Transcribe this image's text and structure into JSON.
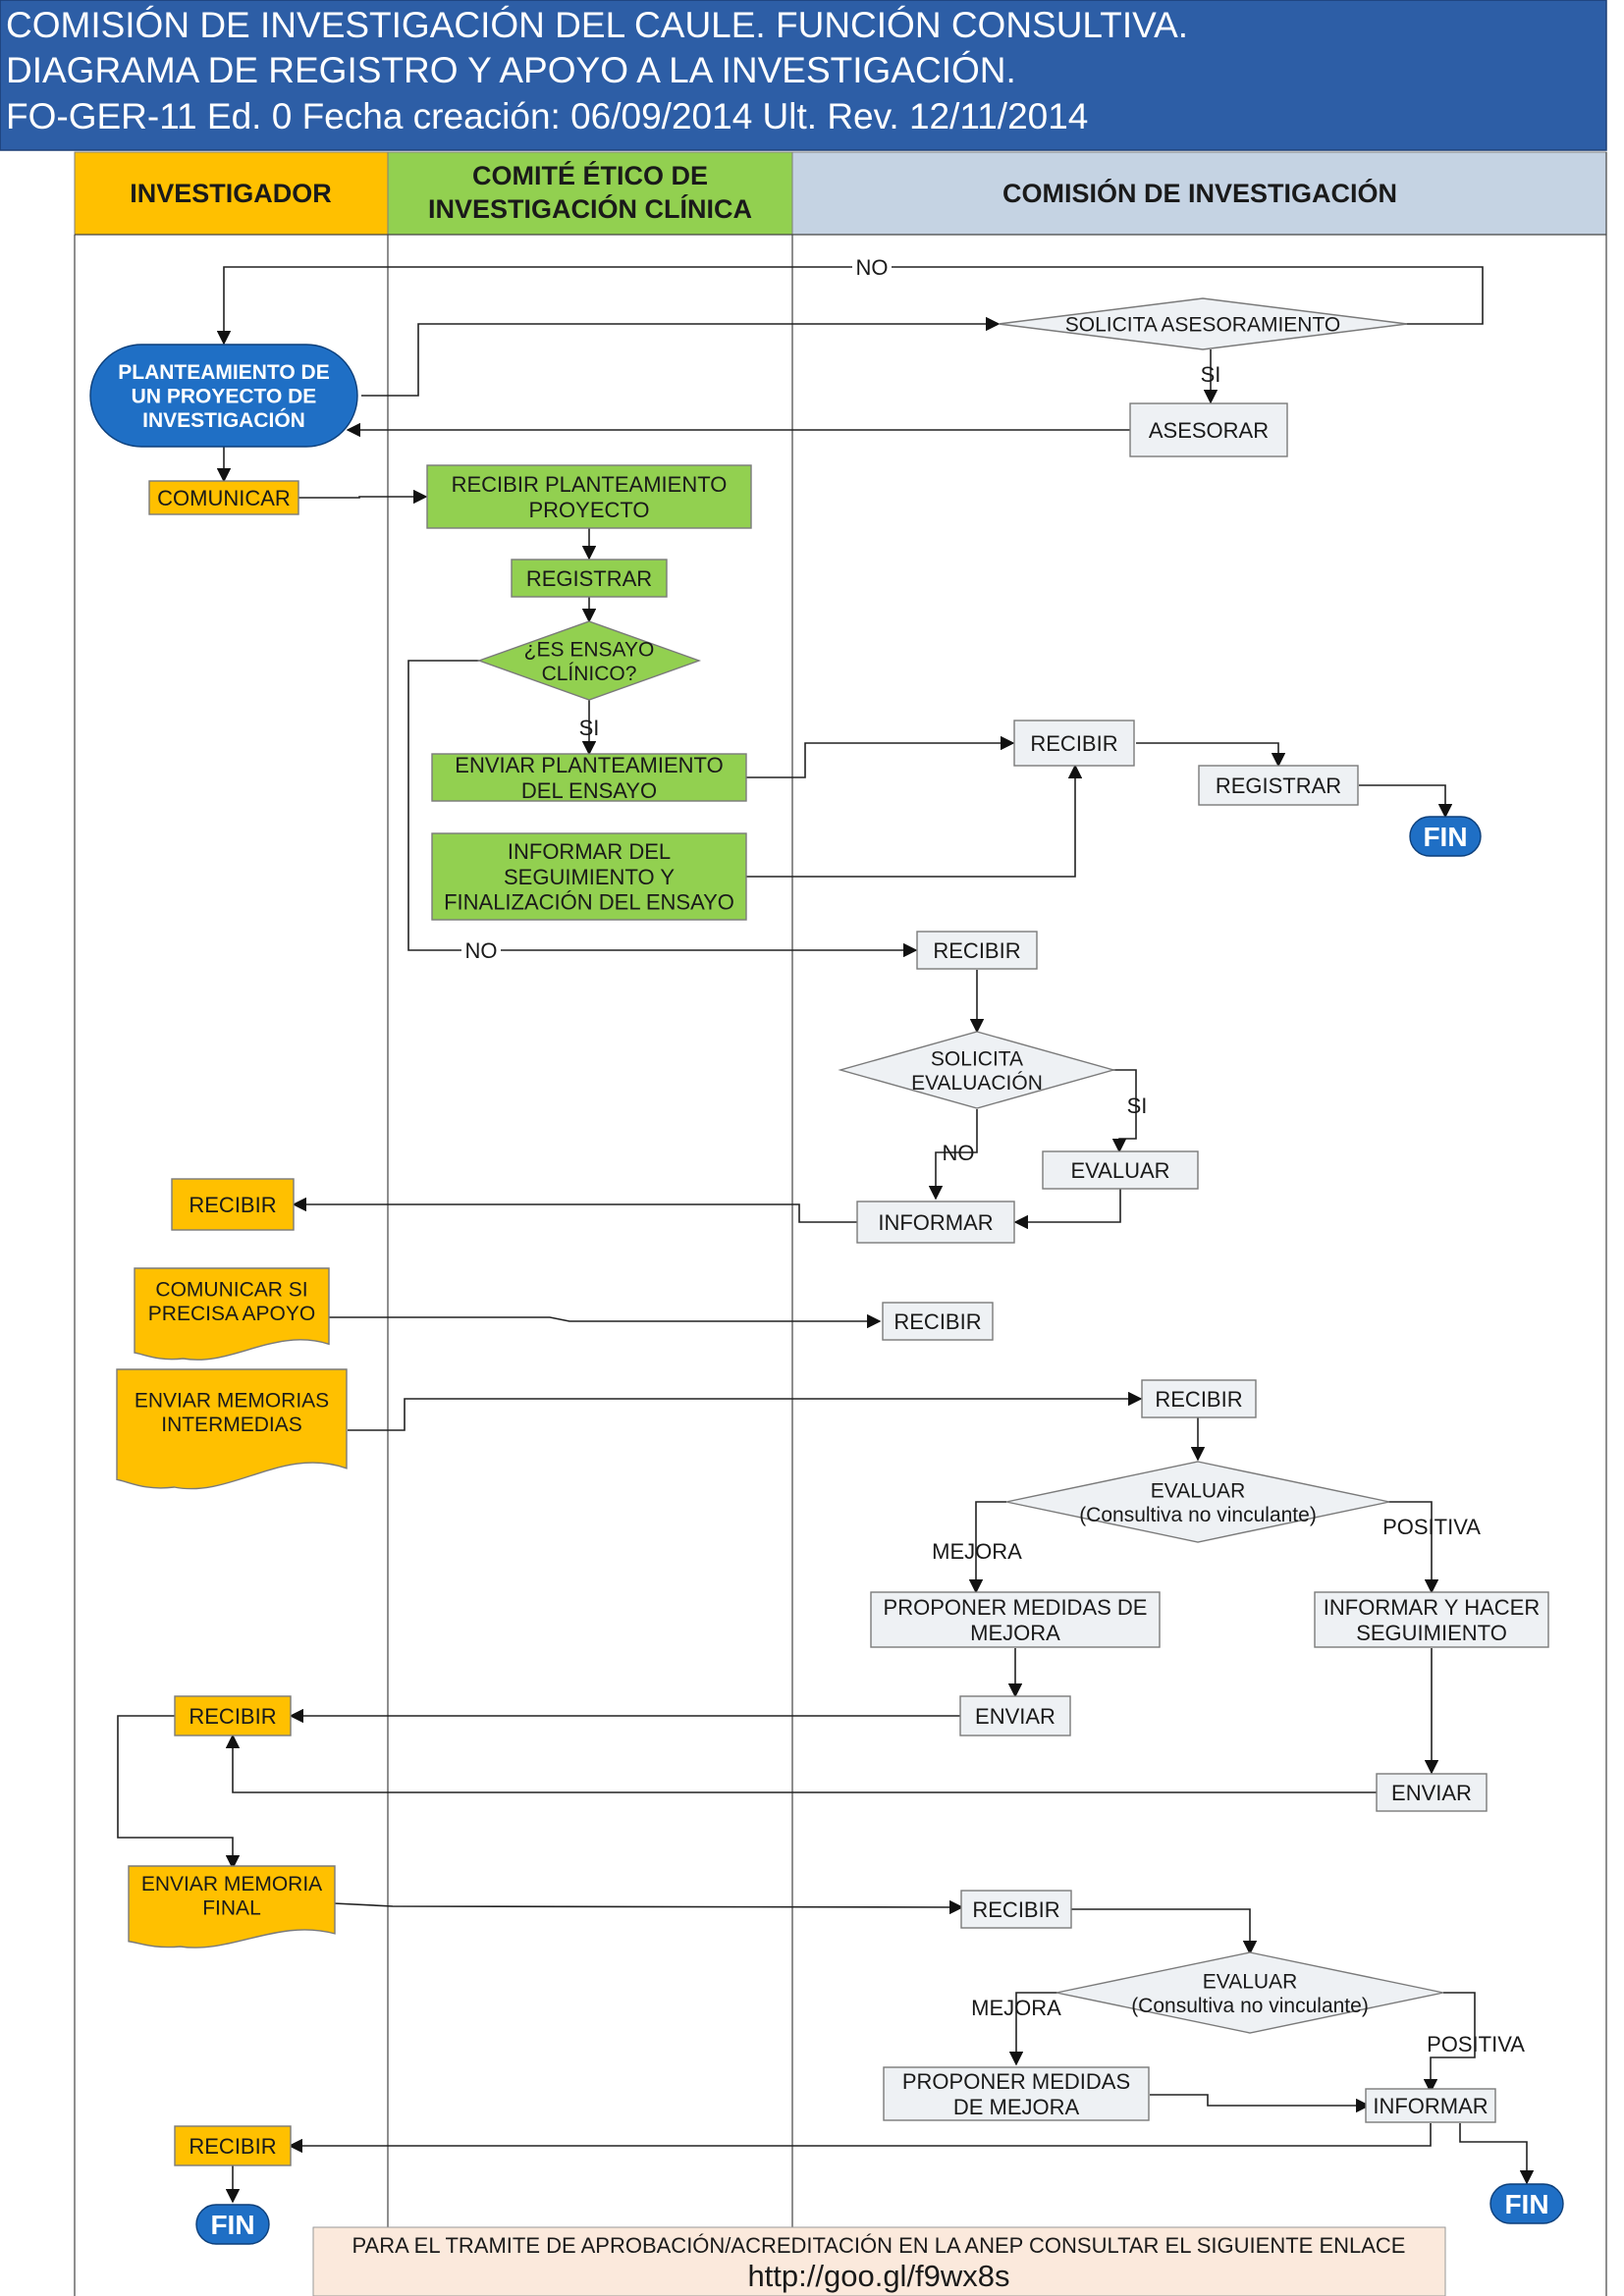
{
  "header": {
    "line1": "COMISIÓN DE INVESTIGACIÓN DEL CAULE. FUNCIÓN CONSULTIVA.",
    "line2": "DIAGRAMA DE REGISTRO Y APOYO A LA  INVESTIGACIÓN.",
    "line3": "FO-GER-11 Ed. 0 Fecha creación: 06/09/2014 Ult. Rev. 12/11/2014",
    "bg_color": "#2d5ea6"
  },
  "lanes": [
    {
      "id": "investigador",
      "title": [
        "INVESTIGADOR"
      ],
      "color": "#ffc000"
    },
    {
      "id": "ceic",
      "title": [
        "COMITÉ ÉTICO DE",
        "INVESTIGACIÓN CLÍNICA"
      ],
      "color": "#92d050"
    },
    {
      "id": "comision",
      "title": [
        "COMISIÓN DE INVESTIGACIÓN"
      ],
      "color": "#c5d3e3"
    }
  ],
  "colors": {
    "investigador": "#ffc000",
    "ceic": "#92d050",
    "comision": "#eef1f4",
    "terminal": "#1f6fc5"
  },
  "nodes": [
    {
      "id": "planteamiento",
      "shape": "terminator",
      "lane": "investigador",
      "lines": [
        "PLANTEAMIENTO DE",
        "UN PROYECTO DE",
        "INVESTIGACIÓN"
      ]
    },
    {
      "id": "comunicar",
      "shape": "rect",
      "lane": "investigador",
      "lines": [
        "COMUNICAR"
      ]
    },
    {
      "id": "solicita_asesoramiento",
      "shape": "diamond",
      "lane": "comision",
      "lines": [
        "SOLICITA ASESORAMIENTO"
      ]
    },
    {
      "id": "asesorar",
      "shape": "rect",
      "lane": "comision",
      "lines": [
        "ASESORAR"
      ]
    },
    {
      "id": "recibir_planteamiento",
      "shape": "rect",
      "lane": "ceic",
      "lines": [
        "RECIBIR PLANTEAMIENTO",
        "PROYECTO"
      ]
    },
    {
      "id": "registrar_ceic",
      "shape": "rect",
      "lane": "ceic",
      "lines": [
        "REGISTRAR"
      ]
    },
    {
      "id": "es_ensayo",
      "shape": "diamond",
      "lane": "ceic",
      "lines": [
        "¿ES ENSAYO",
        "CLÍNICO?"
      ]
    },
    {
      "id": "enviar_planteamiento",
      "shape": "rect",
      "lane": "ceic",
      "lines": [
        "ENVIAR PLANTEAMIENTO",
        "DEL ENSAYO"
      ]
    },
    {
      "id": "informar_seguimiento",
      "shape": "rect",
      "lane": "ceic",
      "lines": [
        "INFORMAR DEL",
        "SEGUIMIENTO Y",
        "FINALIZACIÓN DEL ENSAYO"
      ]
    },
    {
      "id": "recibir_1",
      "shape": "rect",
      "lane": "comision",
      "lines": [
        "RECIBIR"
      ]
    },
    {
      "id": "registrar_com",
      "shape": "rect",
      "lane": "comision",
      "lines": [
        "REGISTRAR"
      ]
    },
    {
      "id": "fin_1",
      "shape": "fin",
      "lane": "comision",
      "lines": [
        "FIN"
      ]
    },
    {
      "id": "recibir_2",
      "shape": "rect",
      "lane": "comision",
      "lines": [
        "RECIBIR"
      ]
    },
    {
      "id": "solicita_evaluacion",
      "shape": "diamond",
      "lane": "comision",
      "lines": [
        "SOLICITA",
        "EVALUACIÓN"
      ]
    },
    {
      "id": "evaluar_1",
      "shape": "rect",
      "lane": "comision",
      "lines": [
        "EVALUAR"
      ]
    },
    {
      "id": "informar_1",
      "shape": "rect",
      "lane": "comision",
      "lines": [
        "INFORMAR"
      ]
    },
    {
      "id": "recibir_inv_1",
      "shape": "rect",
      "lane": "investigador",
      "lines": [
        "RECIBIR"
      ]
    },
    {
      "id": "comunicar_apoyo",
      "shape": "document",
      "lane": "investigador",
      "lines": [
        "COMUNICAR SI",
        "PRECISA APOYO"
      ]
    },
    {
      "id": "recibir_3",
      "shape": "rect",
      "lane": "comision",
      "lines": [
        "RECIBIR"
      ]
    },
    {
      "id": "enviar_memorias",
      "shape": "document",
      "lane": "investigador",
      "lines": [
        "ENVIAR MEMORIAS",
        "INTERMEDIAS"
      ]
    },
    {
      "id": "recibir_4",
      "shape": "rect",
      "lane": "comision",
      "lines": [
        "RECIBIR"
      ]
    },
    {
      "id": "evaluar_consultiva_1",
      "shape": "diamond",
      "lane": "comision",
      "lines": [
        "EVALUAR",
        "(Consultiva no vinculante)"
      ]
    },
    {
      "id": "proponer_1",
      "shape": "rect",
      "lane": "comision",
      "lines": [
        "PROPONER MEDIDAS DE",
        "MEJORA"
      ]
    },
    {
      "id": "informar_hacer",
      "shape": "rect",
      "lane": "comision",
      "lines": [
        "INFORMAR Y HACER",
        "SEGUIMIENTO"
      ]
    },
    {
      "id": "enviar_1",
      "shape": "rect",
      "lane": "comision",
      "lines": [
        "ENVIAR"
      ]
    },
    {
      "id": "enviar_2",
      "shape": "rect",
      "lane": "comision",
      "lines": [
        "ENVIAR"
      ]
    },
    {
      "id": "recibir_inv_2",
      "shape": "rect",
      "lane": "investigador",
      "lines": [
        "RECIBIR"
      ]
    },
    {
      "id": "enviar_memoria_final",
      "shape": "document",
      "lane": "investigador",
      "lines": [
        "ENVIAR MEMORIA",
        "FINAL"
      ]
    },
    {
      "id": "recibir_5",
      "shape": "rect",
      "lane": "comision",
      "lines": [
        "RECIBIR"
      ]
    },
    {
      "id": "evaluar_consultiva_2",
      "shape": "diamond",
      "lane": "comision",
      "lines": [
        "EVALUAR",
        "(Consultiva no vinculante)"
      ]
    },
    {
      "id": "proponer_2",
      "shape": "rect",
      "lane": "comision",
      "lines": [
        "PROPONER MEDIDAS",
        "DE MEJORA"
      ]
    },
    {
      "id": "informar_2",
      "shape": "rect",
      "lane": "comision",
      "lines": [
        "INFORMAR"
      ]
    },
    {
      "id": "recibir_inv_3",
      "shape": "rect",
      "lane": "investigador",
      "lines": [
        "RECIBIR"
      ]
    },
    {
      "id": "fin_2",
      "shape": "fin",
      "lane": "investigador",
      "lines": [
        "FIN"
      ]
    },
    {
      "id": "fin_3",
      "shape": "fin",
      "lane": "comision",
      "lines": [
        "FIN"
      ]
    }
  ],
  "edges": [
    {
      "from": "solicita_asesoramiento",
      "to": "planteamiento",
      "label": "NO"
    },
    {
      "from": "planteamiento",
      "to": "solicita_asesoramiento",
      "label": ""
    },
    {
      "from": "solicita_asesoramiento",
      "to": "asesorar",
      "label": "SI"
    },
    {
      "from": "asesorar",
      "to": "planteamiento",
      "label": ""
    },
    {
      "from": "planteamiento",
      "to": "comunicar",
      "label": ""
    },
    {
      "from": "comunicar",
      "to": "recibir_planteamiento",
      "label": ""
    },
    {
      "from": "recibir_planteamiento",
      "to": "registrar_ceic",
      "label": ""
    },
    {
      "from": "registrar_ceic",
      "to": "es_ensayo",
      "label": ""
    },
    {
      "from": "es_ensayo",
      "to": "enviar_planteamiento",
      "label": "SI"
    },
    {
      "from": "es_ensayo",
      "to": "recibir_2",
      "label": "NO"
    },
    {
      "from": "enviar_planteamiento",
      "to": "recibir_1",
      "label": ""
    },
    {
      "from": "informar_seguimiento",
      "to": "recibir_1",
      "label": ""
    },
    {
      "from": "recibir_1",
      "to": "registrar_com",
      "label": ""
    },
    {
      "from": "registrar_com",
      "to": "fin_1",
      "label": ""
    },
    {
      "from": "recibir_2",
      "to": "solicita_evaluacion",
      "label": ""
    },
    {
      "from": "solicita_evaluacion",
      "to": "evaluar_1",
      "label": "SI"
    },
    {
      "from": "solicita_evaluacion",
      "to": "informar_1",
      "label": "NO"
    },
    {
      "from": "evaluar_1",
      "to": "informar_1",
      "label": ""
    },
    {
      "from": "informar_1",
      "to": "recibir_inv_1",
      "label": ""
    },
    {
      "from": "comunicar_apoyo",
      "to": "recibir_3",
      "label": ""
    },
    {
      "from": "enviar_memorias",
      "to": "recibir_4",
      "label": ""
    },
    {
      "from": "recibir_4",
      "to": "evaluar_consultiva_1",
      "label": ""
    },
    {
      "from": "evaluar_consultiva_1",
      "to": "proponer_1",
      "label": "MEJORA"
    },
    {
      "from": "evaluar_consultiva_1",
      "to": "informar_hacer",
      "label": "POSITIVA"
    },
    {
      "from": "proponer_1",
      "to": "enviar_1",
      "label": ""
    },
    {
      "from": "informar_hacer",
      "to": "enviar_2",
      "label": ""
    },
    {
      "from": "enviar_1",
      "to": "recibir_inv_2",
      "label": ""
    },
    {
      "from": "enviar_2",
      "to": "recibir_inv_2",
      "label": ""
    },
    {
      "from": "recibir_inv_2",
      "to": "enviar_memoria_final",
      "label": ""
    },
    {
      "from": "enviar_memoria_final",
      "to": "recibir_5",
      "label": ""
    },
    {
      "from": "recibir_5",
      "to": "evaluar_consultiva_2",
      "label": ""
    },
    {
      "from": "evaluar_consultiva_2",
      "to": "proponer_2",
      "label": "MEJORA"
    },
    {
      "from": "evaluar_consultiva_2",
      "to": "informar_2",
      "label": "POSITIVA"
    },
    {
      "from": "proponer_2",
      "to": "informar_2",
      "label": ""
    },
    {
      "from": "informar_2",
      "to": "recibir_inv_3",
      "label": ""
    },
    {
      "from": "informar_2",
      "to": "fin_3",
      "label": ""
    },
    {
      "from": "recibir_inv_3",
      "to": "fin_2",
      "label": ""
    }
  ],
  "footer": {
    "text": "PARA EL TRAMITE DE APROBACIÓN/ACREDITACIÓN EN LA ANEP  CONSULTAR EL SIGUIENTE ENLACE",
    "link": "http://goo.gl/f9wx8s",
    "bg_color": "#fbe9dc"
  }
}
